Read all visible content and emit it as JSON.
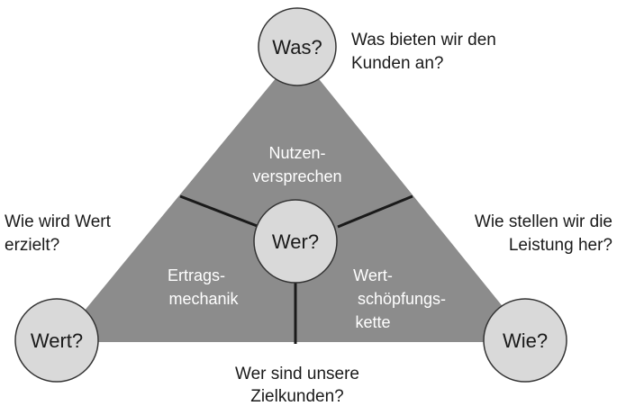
{
  "colors": {
    "triangle": "#8c8c8c",
    "circle_fill": "#d9d9d9",
    "circle_stroke": "#333333",
    "divider": "#1a1a1a",
    "segment_text": "#ffffff",
    "outer_text": "#1a1a1a"
  },
  "nodes": {
    "top": "Was?",
    "center": "Wer?",
    "left": "Wert?",
    "right": "Wie?"
  },
  "segments": {
    "top": [
      "Nutzen-",
      "versprechen"
    ],
    "left": [
      "Ertrags-",
      "mechanik"
    ],
    "right": [
      "Wert-",
      "schöpfungs-",
      "kette"
    ]
  },
  "questions": {
    "top": [
      "Was bieten wir den",
      "Kunden an?"
    ],
    "left": [
      "Wie wird Wert",
      "erzielt?"
    ],
    "right": [
      "Wie stellen wir die",
      "Leistung her?"
    ],
    "bottom": [
      "Wer sind unsere",
      "Zielkunden?"
    ]
  }
}
